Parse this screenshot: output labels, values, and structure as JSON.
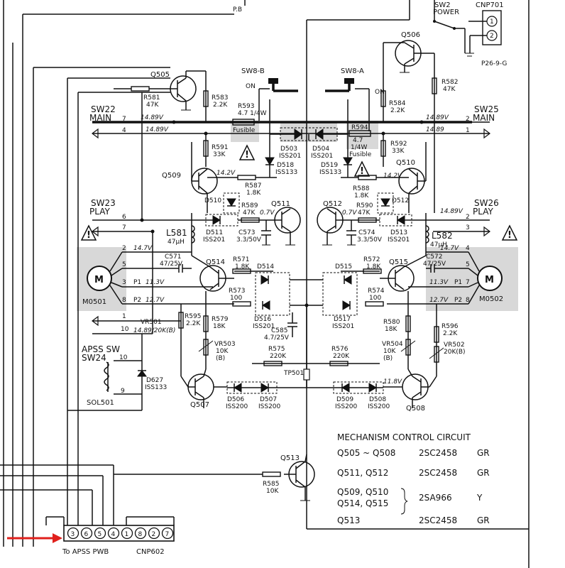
{
  "header": {
    "pb": "P.B",
    "sw2": "SW2",
    "power": "POWER",
    "cnp701": "CNP701",
    "p26": "P26-9-G",
    "pin1": "1",
    "pin2": "2"
  },
  "switches": {
    "sw8b": "SW8-B",
    "sw8a": "SW8-A",
    "on": "ON"
  },
  "left_labels": {
    "sw22": "SW22",
    "main_l": "MAIN",
    "sw23": "SW23",
    "play_l": "PLAY",
    "apss": "APSS SW",
    "sw24": "SW24",
    "sol": "SOL501",
    "motor_l": "M0501",
    "m": "M",
    "p1": "P1",
    "p2": "P2"
  },
  "right_labels": {
    "sw25": "SW25",
    "main_r": "MAIN",
    "sw26": "SW26",
    "play_r": "PLAY",
    "motor_r": "M0502"
  },
  "voltages": {
    "v1489": "14.89V",
    "v142": "14.2V",
    "v07": "0.7V",
    "v147": "14.7V",
    "v113": "11.3V",
    "v127": "12.7V",
    "v1489b": "14.89/20K(B)",
    "v14a": "14.89",
    "v118": "11.8V",
    "v1489r": "14.89V"
  },
  "pin_numbers": {
    "p7": "7",
    "p4": "4",
    "p6": "6",
    "p2": "2",
    "p5": "5",
    "p3": "3",
    "p8": "8",
    "p10": "10",
    "p9": "9",
    "p1": "1"
  },
  "components": {
    "q505": "Q505",
    "q506": "Q506",
    "q507": "Q507",
    "q508": "Q508",
    "q509": "Q509",
    "q510": "Q510",
    "q511": "Q511",
    "q512": "Q512",
    "q513": "Q513",
    "q514": "Q514",
    "q515": "Q515",
    "r581": "R581",
    "r581v": "47K",
    "r583": "R583",
    "r583v": "2.2K",
    "r582": "R582",
    "r582v": "47K",
    "r584": "R584",
    "r584v": "2.2K",
    "r593": "R593",
    "r593v": "4.7 1/4W",
    "fusible": "Fusible",
    "r594": "R594",
    "r594v": "4.7",
    "r594w": "1/4W",
    "fusible2": "Fusible",
    "r591": "R591",
    "r591v": "33K",
    "r592": "R592",
    "r592v": "33K",
    "d503": "D503",
    "d503t": "ISS201",
    "d504": "D504",
    "d504t": "ISS201",
    "d518": "D518",
    "d518t": "ISS133",
    "d519": "D519",
    "d519t": "ISS133",
    "r587": "R587",
    "r587v": "1.8K",
    "r588": "R588",
    "r588v": "1.8K",
    "r589": "R589",
    "r589v": "47K",
    "r590": "R590",
    "r590v": "47K",
    "d510": "D510",
    "d511": "D511",
    "d511t": "ISS201",
    "d512": "D512",
    "d513": "D513",
    "d513t": "ISS201",
    "c573": "C573",
    "c573v": "3.3/50V",
    "c574": "C574",
    "c574v": "3.3/50V",
    "l581": "L581",
    "l581v": "47µH",
    "l582": "L582",
    "l582v": "47µH",
    "c571": "C571",
    "c571v": "47/25V",
    "c572": "C572",
    "c572v": "47/25V",
    "r571": "R571",
    "r571v": "1.8K",
    "r572": "R572",
    "r572v": "1.8K",
    "d514": "D514",
    "d515": "D515",
    "r573": "R573",
    "r573v": "100",
    "r574": "R574",
    "r574v": "100",
    "d516": "D516",
    "d516t": "ISS201",
    "d517": "D517",
    "d517t": "ISS201",
    "r595": "R595",
    "r595v": "2.2K",
    "r596": "R596",
    "r596v": "2.2K",
    "r579": "R579",
    "r579v": "18K",
    "r580": "R580",
    "r580v": "18K",
    "vr501": "VR501",
    "vr502": "VR502",
    "vr502v": "20K(B)",
    "vr503": "VR503",
    "vr503v": "10K",
    "vr503b": "(B)",
    "vr504": "VR504",
    "vr504v": "10K",
    "vr504b": "(B)",
    "c585": "C585",
    "c585v": "4.7/25V",
    "r575": "R575",
    "r575v": "220K",
    "r576": "R576",
    "r576v": "220K",
    "tp501": "TP501",
    "d627": "D627",
    "d627t": "ISS133",
    "d506": "D506",
    "d506t": "ISS200",
    "d507": "D507",
    "d507t": "ISS200",
    "d509": "D509",
    "d509t": "ISS200",
    "d508": "D508",
    "d508t": "ISS200",
    "r585": "R585",
    "r585v": "10K"
  },
  "connector": {
    "pins": [
      "3",
      "6",
      "5",
      "4",
      "1",
      "8",
      "2",
      "7"
    ],
    "to": "To APSS PWB",
    "name": "CNP602"
  },
  "legend": {
    "title": "MECHANISM CONTROL CIRCUIT",
    "rows": [
      {
        "left": "Q505 ~ Q508",
        "part": "2SC2458",
        "grade": "GR"
      },
      {
        "left": "Q511, Q512",
        "part": "2SC2458",
        "grade": "GR"
      },
      {
        "left": "Q509, Q510",
        "left2": "Q514, Q515",
        "part": "2SA966",
        "grade": "Y"
      },
      {
        "left": "Q513",
        "part": "2SC2458",
        "grade": "GR"
      }
    ]
  },
  "colors": {
    "ink": "#111111",
    "shade": "#d8d8d8",
    "arrow": "#e0201c"
  },
  "icons": {
    "warning": "warning-triangle-icon",
    "arrow": "red-arrow-icon"
  }
}
